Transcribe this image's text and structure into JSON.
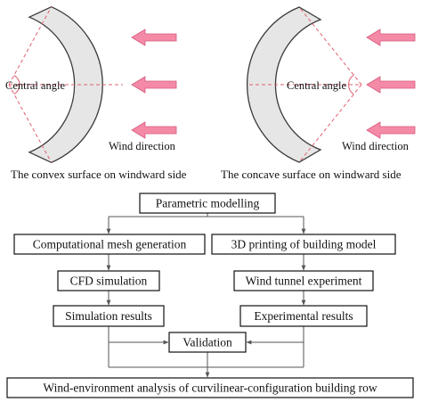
{
  "diagram": {
    "colors": {
      "arc_fill": "#e6e6e6",
      "arc_stroke": "#3a3a3a",
      "dashed_guide": "#e06070",
      "wind_arrow": "#f48aa6",
      "wind_arrow_outline": "#d65a7e",
      "box_border": "#111111",
      "connector": "#555555"
    },
    "panels": [
      {
        "id": "convex",
        "central_angle_label": "Central angle",
        "wind_label": "Wind direction",
        "caption": "The convex surface on windward side"
      },
      {
        "id": "concave",
        "central_angle_label": "Central angle",
        "wind_label": "Wind direction",
        "caption": "The concave surface on windward side"
      }
    ],
    "flowchart": {
      "parametric": "Parametric modelling",
      "mesh": "Computational mesh generation",
      "printing": "3D printing of building model",
      "cfd": "CFD simulation",
      "tunnel": "Wind tunnel experiment",
      "sim_results": "Simulation results",
      "exp_results": "Experimental results",
      "validation": "Validation",
      "analysis": "Wind-environment analysis of curvilinear-configuration building row"
    }
  }
}
